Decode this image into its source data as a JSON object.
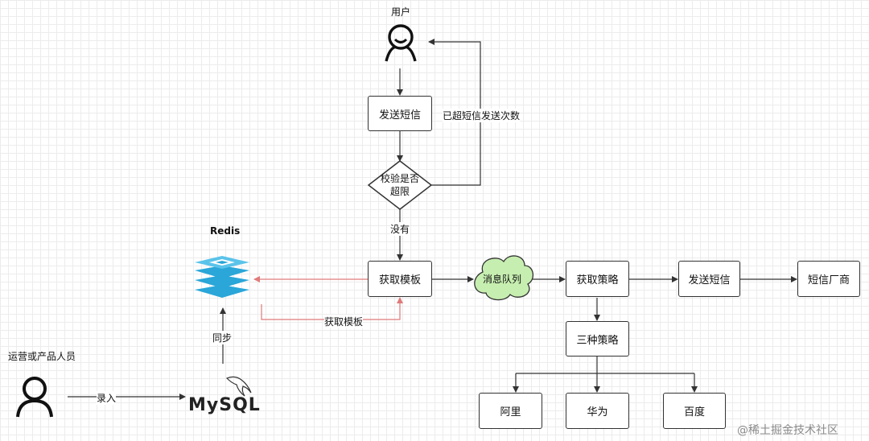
{
  "user": {
    "label": "用户",
    "icon": "user-icon"
  },
  "operator": {
    "label": "运营或产品人员",
    "icon": "operator-icon"
  },
  "redis": {
    "label": "Redis",
    "icon": "redis-logo-icon"
  },
  "mysql": {
    "label": "MySQL",
    "icon": "mysql-logo-icon"
  },
  "nodes": {
    "send_sms": "发送短信",
    "check": "校验是否超限",
    "get_template": "获取模板",
    "mq": "消息队列",
    "get_strategy": "获取策略",
    "send_sms2": "发送短信",
    "vendor": "短信厂商",
    "three": "三种策略",
    "ali": "阿里",
    "huawei": "华为",
    "baidu": "百度"
  },
  "edges": {
    "exceeded": "已超短信发送次数",
    "no": "没有",
    "get_template_loop": "获取模板",
    "sync": "同步",
    "enter": "录入"
  },
  "watermark": "@稀土掘金技术社区",
  "colors": {
    "cache_arrow": "#e07a7a",
    "mq_fill": "#c6eeb0",
    "redis_blue": "#2aa6d8"
  }
}
